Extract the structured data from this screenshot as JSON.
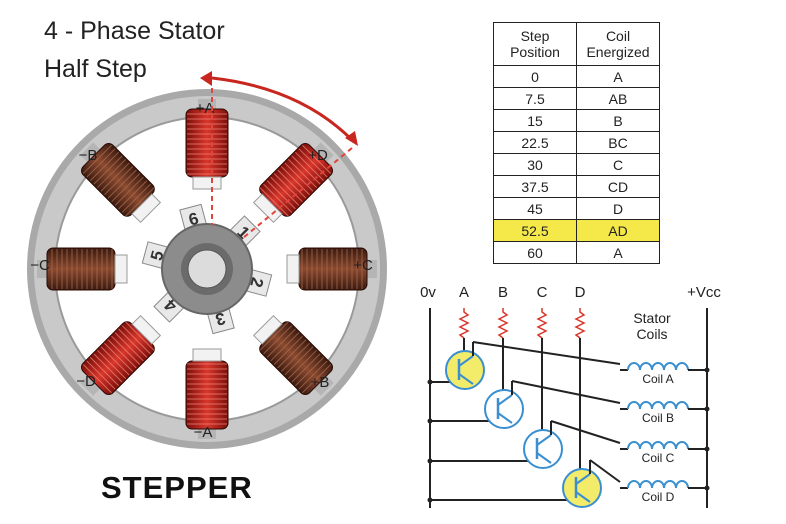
{
  "title": {
    "line1": "4 - Phase Stator",
    "line2": "Half Step"
  },
  "caption": "STEPPER",
  "stator": {
    "coil_labels": [
      "+A",
      "+D",
      "+C",
      "+B",
      "−A",
      "−D",
      "−C",
      "−B"
    ],
    "rotor_teeth": [
      "6",
      "1",
      "2",
      "3",
      "4",
      "5"
    ]
  },
  "table": {
    "headers": [
      [
        "Step",
        "Position"
      ],
      [
        "Coil",
        "Energized"
      ]
    ],
    "rows": [
      [
        "0",
        "A"
      ],
      [
        "7.5",
        "AB"
      ],
      [
        "15",
        "B"
      ],
      [
        "22.5",
        "BC"
      ],
      [
        "30",
        "C"
      ],
      [
        "37.5",
        "CD"
      ],
      [
        "45",
        "D"
      ],
      [
        "52.5",
        "AD"
      ],
      [
        "60",
        "A"
      ]
    ],
    "highlight_row": 7,
    "highlight_color": "#f5e94a"
  },
  "circuit": {
    "ground_label": "0v",
    "supply_label": "+Vcc",
    "inputs": [
      "A",
      "B",
      "C",
      "D"
    ],
    "stator_coils_label": [
      "Stator",
      "Coils"
    ],
    "coils": [
      "Coil A",
      "Coil B",
      "Coil C",
      "Coil D"
    ],
    "transistor_on_color": "#f3ec6a",
    "transistor_color": "#3a8fd0",
    "coil_color": "#3a8fd0"
  },
  "colors": {
    "coil_red": "#c8261e",
    "ring": "#bdbdbd",
    "rotor": "#8a8a8a"
  }
}
